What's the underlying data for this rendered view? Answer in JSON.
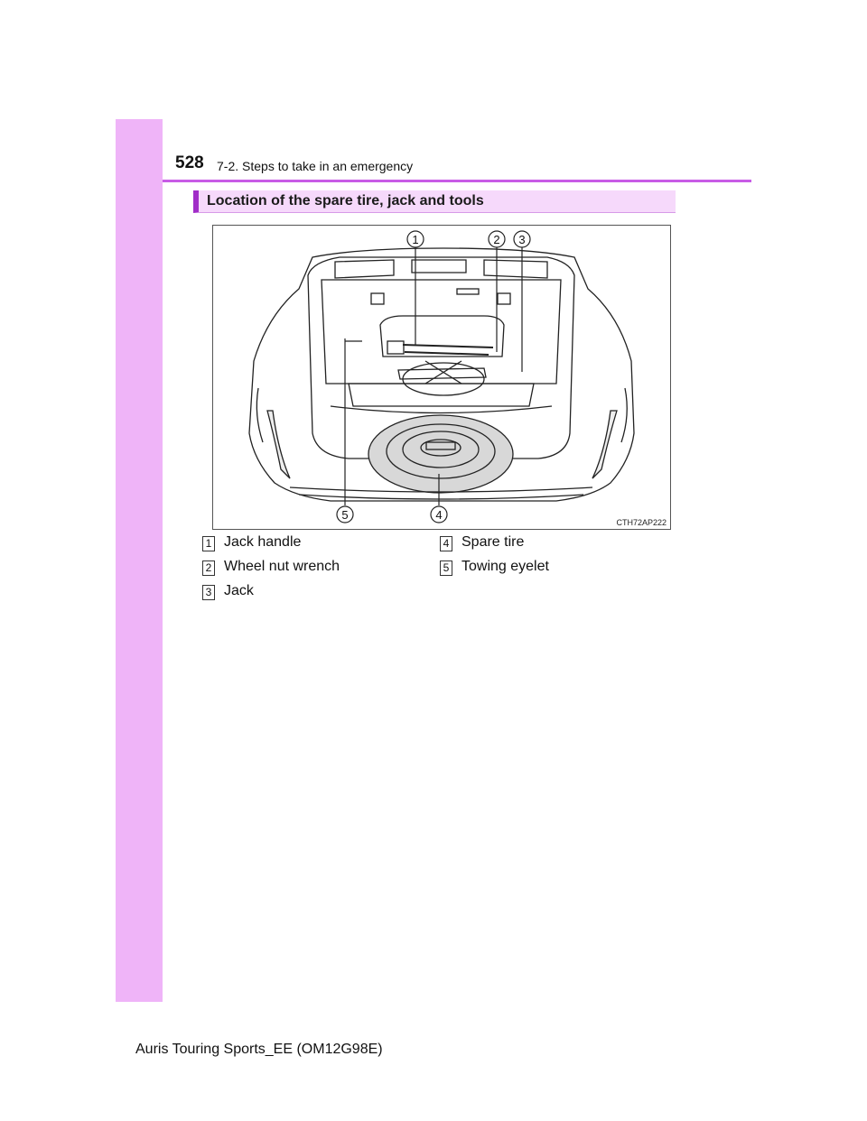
{
  "header": {
    "page_number": "528",
    "section": "7-2. Steps to take in an emergency"
  },
  "heading": "Location of the spare tire, jack and tools",
  "figure": {
    "code": "CTH72AP222",
    "callouts": [
      "1",
      "2",
      "3",
      "4",
      "5"
    ]
  },
  "legend": [
    {
      "num": "1",
      "label": "Jack handle"
    },
    {
      "num": "2",
      "label": "Wheel nut wrench"
    },
    {
      "num": "3",
      "label": "Jack"
    },
    {
      "num": "4",
      "label": "Spare tire"
    },
    {
      "num": "5",
      "label": "Towing eyelet"
    }
  ],
  "footer": "Auris Touring Sports_EE (OM12G98E)",
  "colors": {
    "side_band": "#efb4f8",
    "header_rule": "#c85ce6",
    "heading_bg": "#f6d9fb",
    "heading_accent": "#a12dc8"
  }
}
